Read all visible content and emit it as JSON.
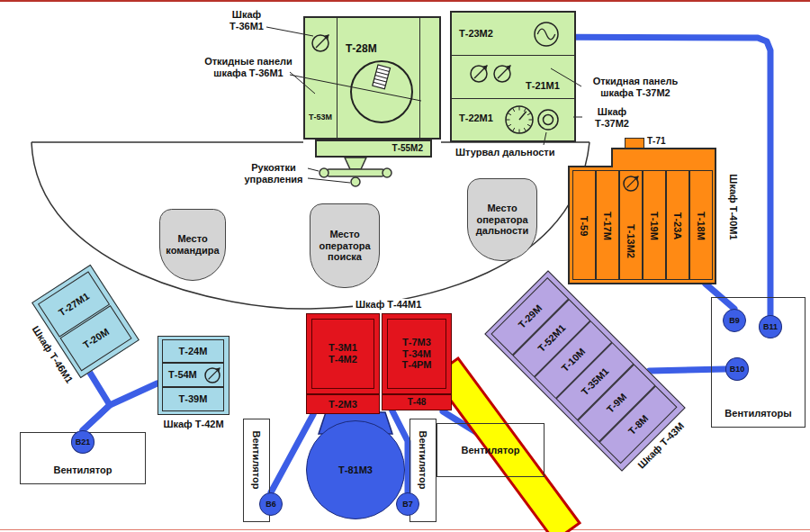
{
  "diagram": {
    "nodes": [
      {
        "text": [
          "Шкаф Т-36М1"
        ]
      },
      {
        "text": [
          "Т-53М"
        ],
        "in": 0
      },
      {
        "text": [
          "Т-28М"
        ],
        "in": 0
      },
      {
        "text": [
          "Т-55М2"
        ]
      },
      {
        "text": [
          "Шкаф Т-37М2"
        ]
      },
      {
        "text": [
          "Т-23М2"
        ],
        "in": 4
      },
      {
        "text": [
          "Т-21М1"
        ],
        "in": 4
      },
      {
        "text": [
          "Т-22М1"
        ],
        "in": 4
      },
      {
        "text": [
          "Шкаф Т-40М1"
        ]
      },
      {
        "text": [
          "Т-71"
        ],
        "in": 8
      },
      {
        "text": [
          "Т-59"
        ],
        "in": 8
      },
      {
        "text": [
          "Т-17М"
        ],
        "in": 8
      },
      {
        "text": [
          "Т-13М2"
        ],
        "in": 8
      },
      {
        "text": [
          "Т-19М"
        ],
        "in": 8
      },
      {
        "text": [
          "Т-23А"
        ],
        "in": 8
      },
      {
        "text": [
          "Т-18М"
        ],
        "in": 8
      },
      {
        "text": [
          "Место командира"
        ]
      },
      {
        "text": [
          "Место оператора поиска"
        ]
      },
      {
        "text": [
          "Место оператора дальности"
        ]
      },
      {
        "text": [
          "Шкаф Т-46М1"
        ]
      },
      {
        "text": [
          "Т-27М1"
        ],
        "in": 19
      },
      {
        "text": [
          "Т-20М"
        ],
        "in": 19
      },
      {
        "text": [
          "Шкаф Т-42М"
        ]
      },
      {
        "text": [
          "Т-24М"
        ],
        "in": 22
      },
      {
        "text": [
          "Т-54М"
        ],
        "in": 22
      },
      {
        "text": [
          "Т-39М"
        ],
        "in": 22
      },
      {
        "text": [
          "Шкаф Т-44М1"
        ]
      },
      {
        "text": [
          "Т-3М1 Т-4М2"
        ],
        "in": 26
      },
      {
        "text": [
          "Т-7М3 Т-34М Т-4РМ"
        ],
        "in": 26
      },
      {
        "text": [
          "Т-2М3"
        ],
        "in": 26
      },
      {
        "text": [
          "Т-48"
        ],
        "in": 26
      },
      {
        "text": [
          "Т-81М3"
        ]
      },
      {
        "text": [
          "Шкаф Т-43М"
        ]
      },
      {
        "text": [
          "Т-29М"
        ],
        "in": 32
      },
      {
        "text": [
          "Т-52М1"
        ],
        "in": 32
      },
      {
        "text": [
          "Т-10М"
        ],
        "in": 32
      },
      {
        "text": [
          "Т-35М1"
        ],
        "in": 32
      },
      {
        "text": [
          "Т-9М"
        ],
        "in": 32
      },
      {
        "text": [
          "Т-8М"
        ],
        "in": 32
      },
      {
        "text": [
          "Вентилятор"
        ]
      },
      {
        "text": [
          "В21"
        ],
        "in": 39
      },
      {
        "text": [
          "Вентилятор"
        ]
      },
      {
        "text": [
          "В6"
        ],
        "in": 41
      },
      {
        "text": [
          "Вентилятор"
        ]
      },
      {
        "text": [
          "В7"
        ],
        "in": 43
      },
      {
        "text": [
          "Вентилятор"
        ]
      },
      {
        "text": [
          "Вентиляторы"
        ]
      },
      {
        "text": [
          "В9"
        ],
        "in": 46
      },
      {
        "text": [
          "В11"
        ],
        "in": 46
      },
      {
        "text": [
          "В10"
        ],
        "in": 46
      }
    ],
    "edges": [
      {
        "from": 40,
        "to": 19,
        "arrow": "none"
      },
      {
        "from": 40,
        "to": 22,
        "arrow": "none"
      },
      {
        "from": 42,
        "to": 29,
        "arrow": "none"
      },
      {
        "from": 44,
        "to": 30,
        "arrow": "none"
      },
      {
        "from": 47,
        "to": 8,
        "arrow": "none"
      },
      {
        "from": 49,
        "to": 32,
        "arrow": "none"
      },
      {
        "from": 48,
        "to": 4,
        "arrow": "none"
      }
    ],
    "labels": [
      "Откидные панели шкафа Т-36М1",
      "Рукоятки управления",
      "Откидная панель шкафа Т-37М2",
      "Штурвал дальности"
    ]
  }
}
